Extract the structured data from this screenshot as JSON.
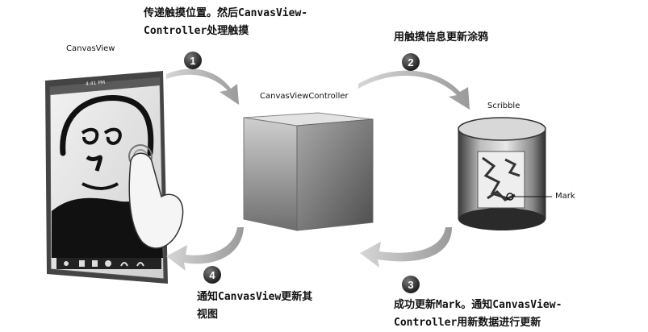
{
  "labels": {
    "canvas_view": "CanvasView",
    "controller": "CanvasViewController",
    "scribble": "Scribble",
    "mark": "Mark",
    "phone_time": "4:41 PM"
  },
  "steps": [
    {
      "number": "1",
      "line1": "传递触摸位置。然后CanvasView-",
      "line2": "Controller处理触摸"
    },
    {
      "number": "2",
      "line1": "用触摸信息更新涂鸦",
      "line2": ""
    },
    {
      "number": "3",
      "line1": "成功更新Mark。通知CanvasView-",
      "line2": "Controller用新数据进行更新"
    },
    {
      "number": "4",
      "line1": "通知CanvasView更新其",
      "line2": "视图"
    }
  ]
}
